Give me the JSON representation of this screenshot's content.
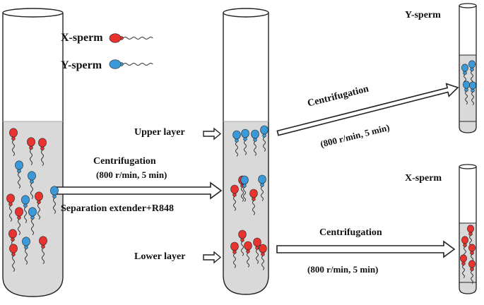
{
  "legend": {
    "x_label": "X-sperm",
    "y_label": "Y-sperm"
  },
  "tube1_arrow": {
    "label_top": "Centrifugation",
    "label_params": "(800 r/min, 5 min)",
    "label_bottom": "Separation extender+R848"
  },
  "tube2": {
    "upper_label": "Upper layer",
    "lower_label": "Lower layer"
  },
  "upper_arrow": {
    "label_top": "Centrifugation",
    "label_params": "(800 r/min, 5 min)"
  },
  "lower_arrow": {
    "label_top": "Centrifugation",
    "label_params": "(800 r/min, 5 min)"
  },
  "tube3": {
    "title": "Y-sperm"
  },
  "tube4": {
    "title": "X-sperm"
  },
  "colors": {
    "x_sperm": "#e8332e",
    "y_sperm": "#3a9ad9",
    "fluid": "#d9d9d9",
    "outline": "#222222"
  }
}
